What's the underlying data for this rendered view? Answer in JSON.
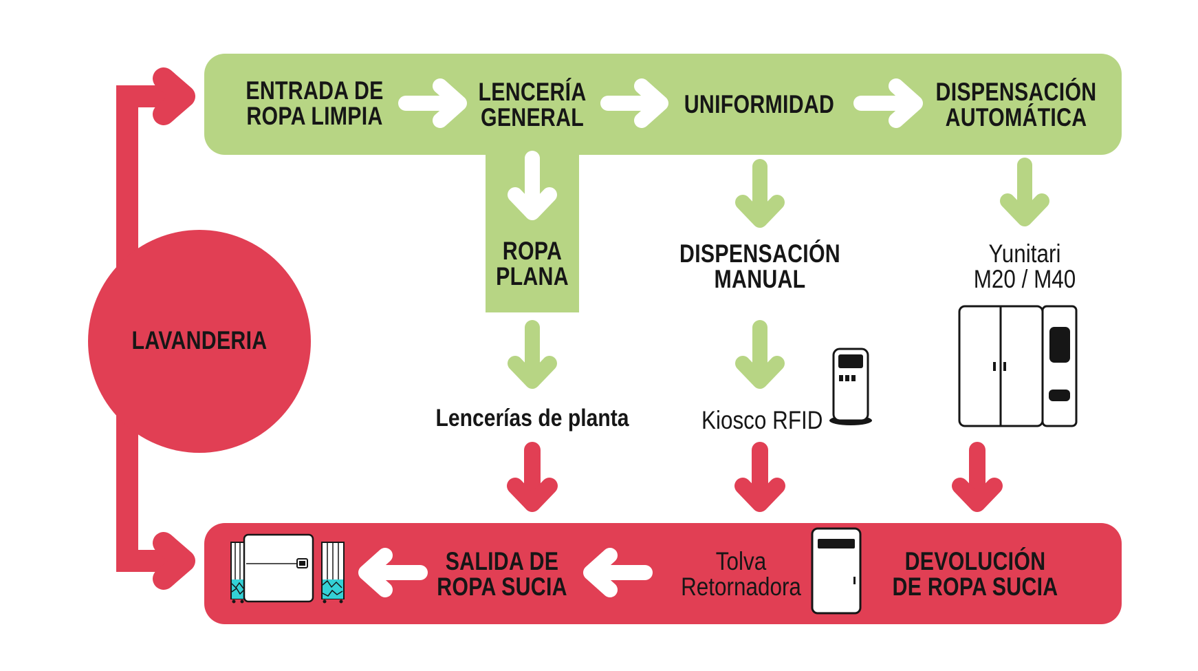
{
  "colors": {
    "green": "#b7d584",
    "red": "#e13f54",
    "white": "#ffffff",
    "ink": "#161616",
    "teal": "#34d1d6"
  },
  "nodes": {
    "lavanderia": "LAVANDERIA",
    "entrada": [
      "ENTRADA DE",
      "ROPA LIMPIA"
    ],
    "lenceria_general": [
      "LENCERÍA",
      "GENERAL"
    ],
    "uniformidad": "UNIFORMIDAD",
    "dispensacion_automatica": [
      "DISPENSACIÓN",
      "AUTOMÁTICA"
    ],
    "ropa_plana": [
      "ROPA",
      "PLANA"
    ],
    "dispensacion_manual": [
      "DISPENSACIÓN",
      "MANUAL"
    ],
    "yunitari": [
      "Yunitari",
      "M20 / M40"
    ],
    "lencerias_planta": "Lencerías de planta",
    "kiosco": "Kiosco RFID",
    "tolva": [
      "Tolva",
      "Retornadora"
    ],
    "devolucion": [
      "DEVOLUCIÓN",
      "DE ROPA SUCIA"
    ],
    "salida": [
      "SALIDA DE",
      "ROPA SUCIA"
    ]
  },
  "icons": [
    "laundry-cart-icon",
    "washer-icon",
    "kiosk-icon",
    "locker-icon",
    "hopper-icon"
  ]
}
